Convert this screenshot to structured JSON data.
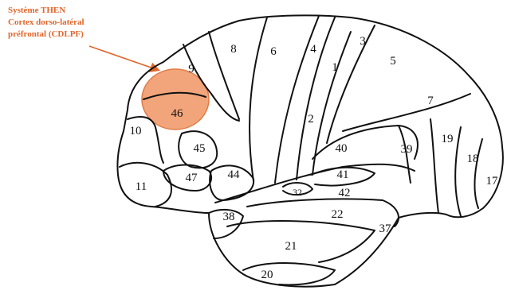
{
  "callout": {
    "lines": [
      "Système THEN",
      "Cortex dorso-latéral",
      "préfrontal (CDLPF)"
    ]
  },
  "areas": {
    "a1": "1",
    "a2": "2",
    "a3": "3",
    "a4": "4",
    "a5": "5",
    "a6": "6",
    "a7": "7",
    "a8": "8",
    "a9": "9",
    "a10": "10",
    "a11": "11",
    "a17": "17",
    "a18": "18",
    "a19": "19",
    "a20": "20",
    "a21": "21",
    "a22": "22",
    "a32": "32",
    "a37": "37",
    "a38": "38",
    "a39": "39",
    "a40": "40",
    "a41": "41",
    "a42": "42",
    "a44": "44",
    "a45": "45",
    "a46": "46",
    "a47": "47"
  },
  "colors": {
    "highlight": "#f2a57a",
    "highlight_stroke": "#e07a45",
    "arrow": "#e0662c",
    "callout_text": "#e0662c"
  }
}
